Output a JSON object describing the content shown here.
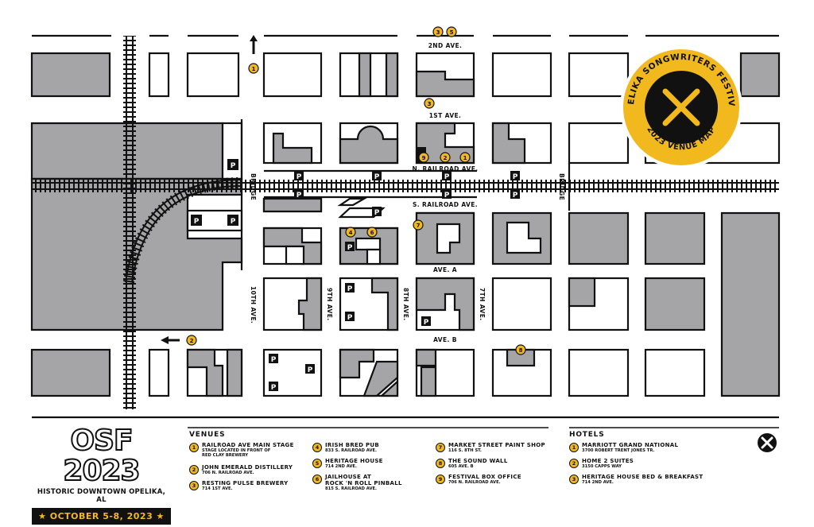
{
  "logo": {
    "line1": "OPELIKA SONGWRITERS FESTIVAL",
    "line2": "2023 VENUE MAP"
  },
  "brand": {
    "mark": "OSF 2023",
    "subtitle": "HISTORIC DOWNTOWN OPELIKA, AL",
    "dates": "★ OCTOBER 5-8, 2023 ★"
  },
  "colors": {
    "accent": "#f2b91f",
    "block_fill": "#a5a5a7",
    "ink": "#111111"
  },
  "streets": {
    "second_ave": "2ND AVE.",
    "first_ave": "1ST AVE.",
    "n_railroad": "N. RAILROAD AVE.",
    "s_railroad": "S. RAILROAD AVE.",
    "ave_a": "AVE. A",
    "ave_b": "AVE. B",
    "tenth": "10TH AVE.",
    "ninth": "9TH AVE.",
    "eighth": "8TH AVE.",
    "seventh": "7TH AVE.",
    "bridge": "BRIDGE"
  },
  "parking_label": "P",
  "venues_heading": "VENUES",
  "venues": [
    {
      "num": "1",
      "name": "RAILROAD AVE MAIN STAGE",
      "addr": "STAGE LOCATED IN FRONT OF",
      "addr2": "RED CLAY BREWERY"
    },
    {
      "num": "2",
      "name": "JOHN EMERALD DISTILLERY",
      "addr": "706 N. RAILROAD AVE."
    },
    {
      "num": "3",
      "name": "RESTING PULSE BREWERY",
      "addr": "714 1ST AVE."
    },
    {
      "num": "4",
      "name": "IRISH BRED PUB",
      "addr": "833 S. RAILROAD AVE."
    },
    {
      "num": "5",
      "name": "HERITAGE HOUSE",
      "addr": "714 2ND AVE."
    },
    {
      "num": "6",
      "name": "JAILHOUSE AT",
      "name2": "ROCK 'N ROLL PINBALL",
      "addr": "815 S. RAILROAD AVE."
    },
    {
      "num": "7",
      "name": "MARKET STREET PAINT SHOP",
      "addr": "116 S. 8TH ST."
    },
    {
      "num": "8",
      "name": "THE SOUND WALL",
      "addr": "605 AVE. B"
    },
    {
      "num": "9",
      "name": "FESTIVAL BOX OFFICE",
      "addr": "706 N. RAILROAD AVE."
    }
  ],
  "hotels_heading": "HOTELS",
  "hotels": [
    {
      "num": "1",
      "name": "MARRIOTT GRAND NATIONAL",
      "addr": "3700 ROBERT TRENT JONES TR."
    },
    {
      "num": "2",
      "name": "HOME 2 SUITES",
      "addr": "3150 CAPPS WAY"
    },
    {
      "num": "3",
      "name": "HERITAGE HOUSE BED & BREAKFAST",
      "addr": "714 2ND AVE."
    }
  ],
  "map_markers": {
    "m1": "1",
    "m2": "2",
    "m3": "3",
    "m4": "4",
    "m5": "5",
    "m6": "6",
    "m7": "7",
    "m8": "8",
    "m9": "9"
  },
  "icons": {
    "north_arrow": "arrow-up-icon",
    "west_arrow": "arrow-left-icon",
    "hammer_logo": "crossed-hammers-icon"
  }
}
